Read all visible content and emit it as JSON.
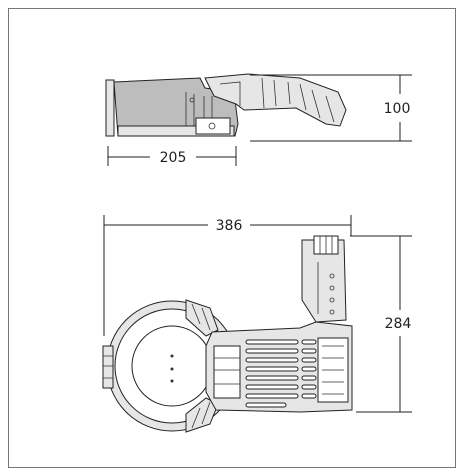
{
  "drawing": {
    "dimensions": {
      "side_width": "205",
      "side_height": "100",
      "top_width": "386",
      "top_height": "284"
    }
  }
}
